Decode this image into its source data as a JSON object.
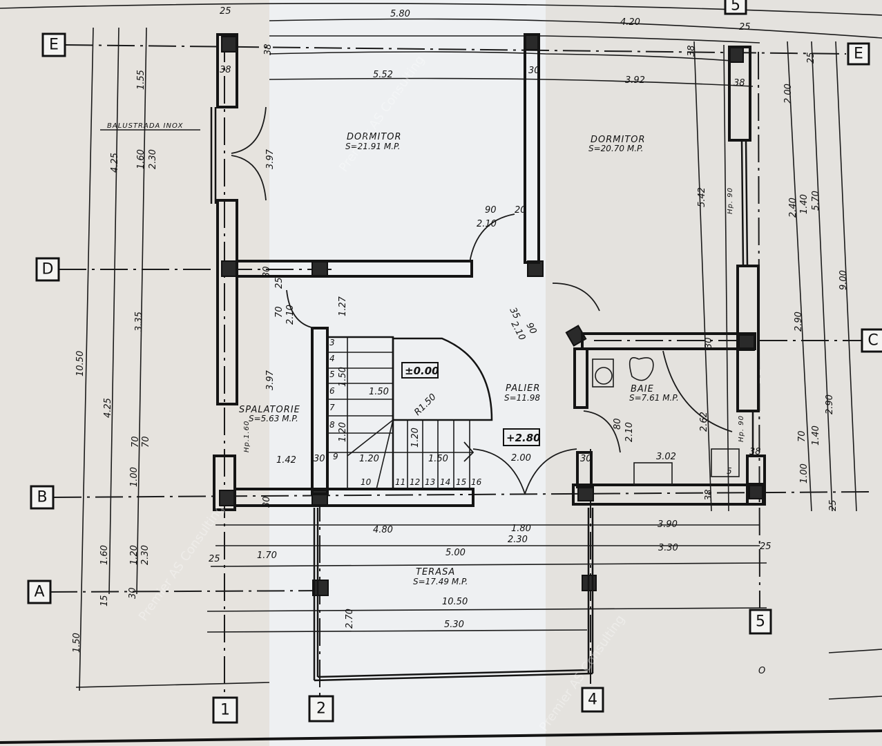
{
  "drawing": {
    "type": "architectural floor plan (etaj)",
    "watermark": "Premier AS Consulting"
  },
  "axes": {
    "rows": [
      {
        "id": "E",
        "label": "E"
      },
      {
        "id": "D",
        "label": "D"
      },
      {
        "id": "C",
        "label": "C"
      },
      {
        "id": "B",
        "label": "B"
      },
      {
        "id": "A",
        "label": "A"
      }
    ],
    "columns": [
      {
        "id": "1",
        "label": "1"
      },
      {
        "id": "2",
        "label": "2"
      },
      {
        "id": "4",
        "label": "4"
      },
      {
        "id": "5",
        "label": "5"
      }
    ],
    "top_column_label": "5"
  },
  "rooms": [
    {
      "id": "dormitor-1",
      "name": "DORMITOR",
      "area": "S=21.91 M.P."
    },
    {
      "id": "dormitor-2",
      "name": "DORMITOR",
      "area": "S=20.70 M.P."
    },
    {
      "id": "spalatorie",
      "name": "SPALATORIE",
      "area": "S=5.63 M.P."
    },
    {
      "id": "palier",
      "name": "PALIER",
      "area": "S=11.98"
    },
    {
      "id": "baie",
      "name": "BAIE",
      "area": "S=7.61 M.P."
    },
    {
      "id": "terasa",
      "name": "TERASA",
      "area": "S=17.49 M.P."
    }
  ],
  "levels": {
    "stair_landing": "±0.00",
    "floor": "+2.80"
  },
  "notes": {
    "balustrade": "BALUSTRADA INOX",
    "window_left": "Hp.1.60",
    "window_right_top": "Hp. 90",
    "window_right_bath": "Hp. 90",
    "stair_radius": "R1.50"
  },
  "stairs": {
    "steps": [
      "3",
      "4",
      "5",
      "6",
      "7",
      "8",
      "9",
      "10",
      "11",
      "12",
      "13",
      "14",
      "15",
      "16"
    ],
    "dims": {
      "run_1": "1.50",
      "run_2": "1.50",
      "width_1": "1.20",
      "width_2": "1.20",
      "width_3": "1.20",
      "flight": "1.50"
    }
  },
  "dimensions": {
    "top": {
      "d580": "5.80",
      "d552": "5.52",
      "d420": "4.20",
      "d392": "3.92",
      "d25a": "25",
      "d25b": "25",
      "d38a": "38",
      "d38b": "38",
      "d38c": "38",
      "d38d": "38",
      "d30a": "30"
    },
    "left": {
      "d1050": "10.50",
      "d425a": "4.25",
      "d425b": "4.25",
      "d155": "1.55",
      "d160a": "1.60",
      "d230a": "2.30",
      "d335": "3.35",
      "d70a": "70",
      "d70b": "70",
      "d100": "1.00",
      "d160b": "1.60",
      "d120": "1.20",
      "d230b": "2.30",
      "d30": "30",
      "d15": "15",
      "d150": "1.50",
      "d25": "25",
      "d397a": "3.97",
      "d397b": "3.97",
      "d38": "38"
    },
    "center": {
      "d90a": "90",
      "d20": "20",
      "d210a": "2.10",
      "d30b": "30",
      "d25c": "25",
      "d70c": "70",
      "d210b": "2.10",
      "d127": "1.27",
      "d35": "35",
      "d90b": "90",
      "d210c": "2.10",
      "d142": "1.42",
      "d30c": "30",
      "d200": "2.00",
      "d30d": "30"
    },
    "right": {
      "d542": "5.42",
      "d200a": "2.00",
      "d240": "2.40",
      "d140a": "1.40",
      "d570": "5.70",
      "d900": "9.00",
      "d290a": "2.90",
      "d25d": "25",
      "d70d": "70",
      "d140b": "1.40",
      "d290b": "2.90",
      "d100b": "1.00",
      "d25e": "25",
      "d80": "80",
      "d210d": "2.10",
      "d262": "2.62",
      "d302": "3.02",
      "d30e": "30",
      "d38e": "38",
      "d38f": "38",
      "d5": "5"
    },
    "bottom": {
      "d480": "4.80",
      "d180": "1.80",
      "d230": "2.30",
      "d390": "3.90",
      "d170": "1.70",
      "d500": "5.00",
      "d330": "3.30",
      "d25f": "25",
      "d1050b": "10.50",
      "d270": "2.70",
      "d530": "5.30"
    }
  },
  "misc": {
    "small_mark": "O"
  }
}
